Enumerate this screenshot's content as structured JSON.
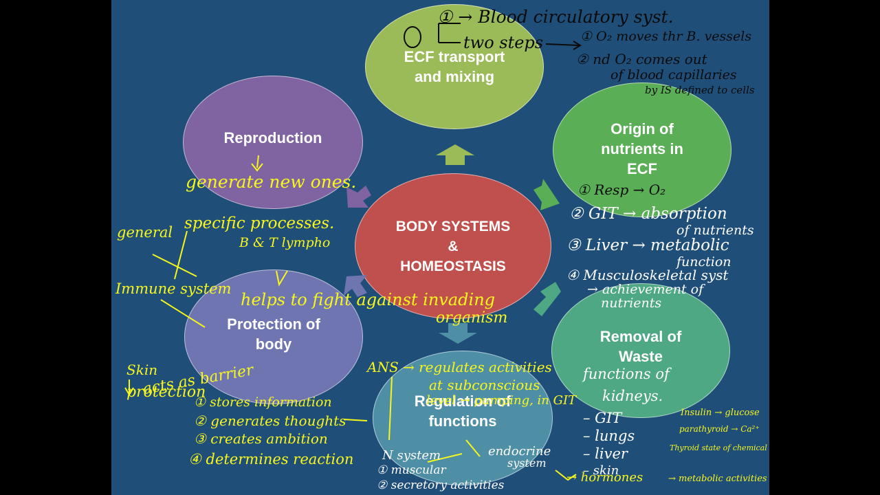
{
  "diagram": {
    "center": "BODY SYSTEMS\n&\nHOMEOSTASIS",
    "nodes": {
      "ecf": "ECF transport\nand mixing",
      "nutrients": "Origin of\nnutrients in\nECF",
      "waste": "Removal of\nWaste",
      "regulation": "Regulation of\nfunctions",
      "protection": "Protection of\nbody",
      "reproduction": "Reproduction"
    },
    "colors": {
      "background": "#1f4e79",
      "center": "#c0504d",
      "ecf": "#9bbb59",
      "nutrients": "#5aae55",
      "waste": "#4ea883",
      "regulation": "#4f8fa6",
      "protection": "#6f75b0",
      "reproduction": "#8064a2",
      "ink_black": "#0a0a0a",
      "ink_yellow": "#f7f71c"
    }
  },
  "annotations": {
    "n1": "① → Blood circulatory syst.",
    "n2": "two steps",
    "n3": "① O₂ moves thr B. vessels",
    "n4": "② nd O₂ comes out",
    "n5": "of blood capillaries",
    "n6": "by IS defined to cells",
    "r1": "generate new ones.",
    "o1": "① Resp → O₂",
    "o2": "② GIT → absorption",
    "o3": "of nutrients",
    "o4": "③ Liver → metabolic",
    "o5": "function",
    "o6": "④ Musculoskeletal syst",
    "o7": "→ achievement of",
    "o8": "nutrients",
    "w1": "functions of",
    "w2": "kidneys.",
    "w3": "– GIT",
    "w4": "– lungs",
    "w5": "– liver",
    "w6": "– skin",
    "i1": "Insulin → glucose",
    "i2": "parathyroid → Ca²⁺",
    "i3": "Thyroid state of chemical",
    "i4": "→ metabolic activities",
    "p1": "general",
    "p2": "specific processes.",
    "p3": "B & T lympho",
    "p4": "Immune system",
    "p5": "helps to fight against invading",
    "p6": "organism",
    "s1": "Skin",
    "s2": "protection",
    "s3": "acts as barrier",
    "a1": "ANS → regulates activities",
    "a2": "at subconscious",
    "a3": "level → pumping, in GIT",
    "b1": "① stores information",
    "b2": "② generates thoughts",
    "b3": "③ creates ambition",
    "b4": "④ determines reaction",
    "b5": "N system",
    "b6": "endocrine",
    "b7": "system",
    "b8": "① muscular",
    "b9": "② secretory activities",
    "b10": "→ hormones"
  }
}
